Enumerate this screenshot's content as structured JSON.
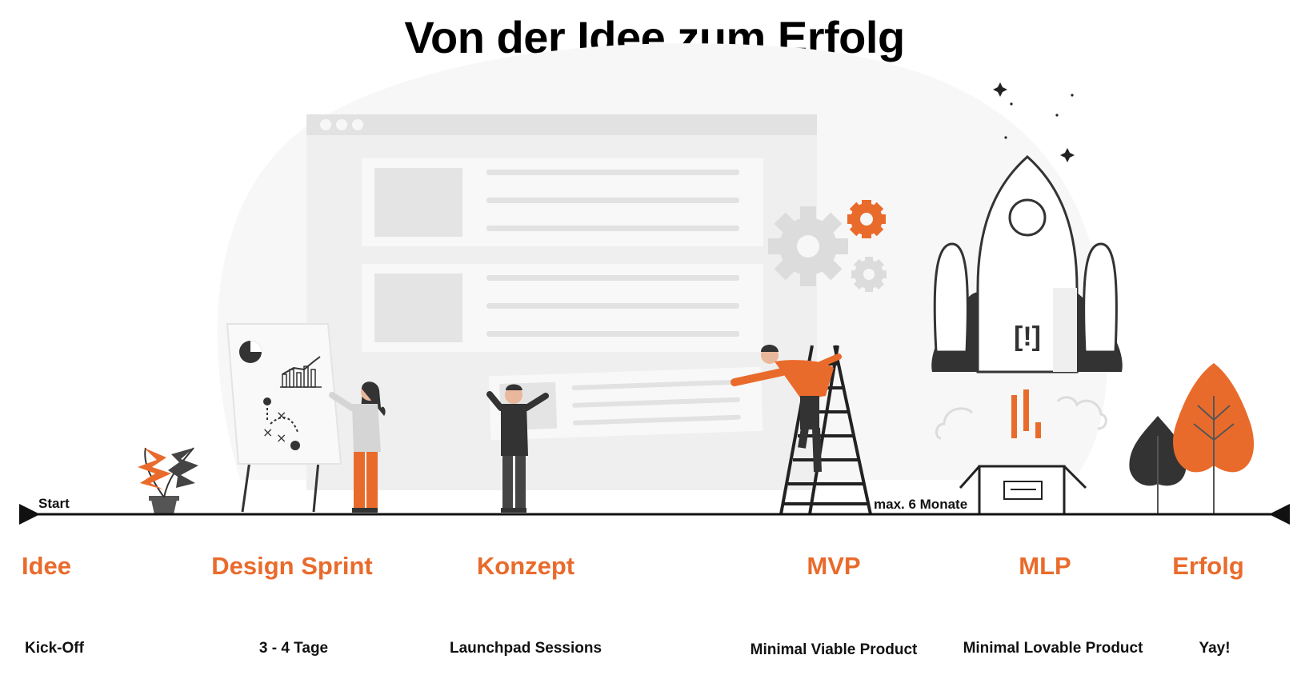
{
  "title": "Von der Idee zum Erfolg",
  "timeline": {
    "start_label": "Start",
    "duration_label": "max. 6 Monate"
  },
  "stages": [
    {
      "name": "Idee",
      "description": "Kick-Off"
    },
    {
      "name": "Design Sprint",
      "description": "3 - 4 Tage"
    },
    {
      "name": "Konzept",
      "description": "Launchpad Sessions"
    },
    {
      "name": "MVP",
      "description": "Minimal Viable Product"
    },
    {
      "name": "MLP",
      "description": "Minimal Lovable Product"
    },
    {
      "name": "Erfolg",
      "description": "Yay!"
    }
  ],
  "rocket_logo": "[!]",
  "colors": {
    "accent": "#e96b2c",
    "dark": "#3a3a3a",
    "light_gray": "#ececec"
  }
}
